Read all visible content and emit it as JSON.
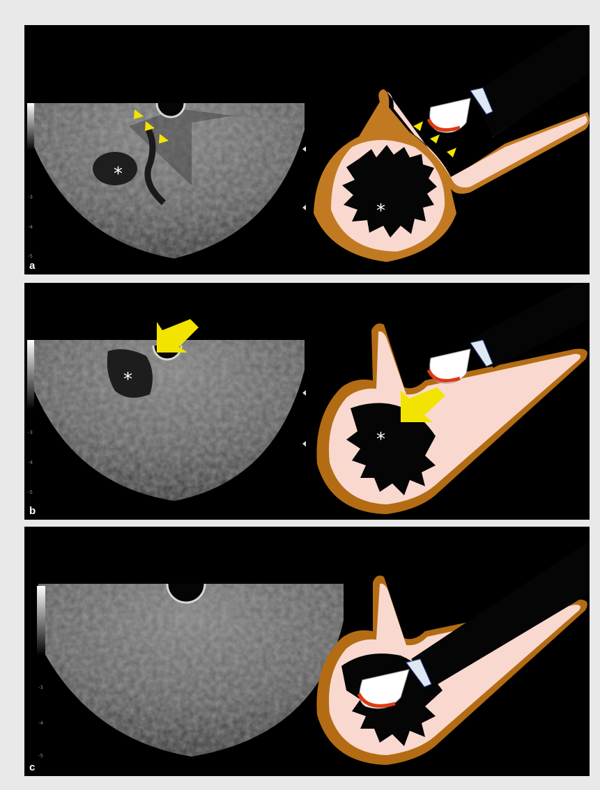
{
  "figure": {
    "panels": [
      {
        "letter": "a",
        "asterisk_us": "*",
        "asterisk_diagram": "*",
        "depth_ticks": [
          "-3",
          "-4",
          "-5"
        ]
      },
      {
        "letter": "b",
        "asterisk_us": "*",
        "asterisk_diagram": "*",
        "depth_ticks": [
          "-3",
          "-4",
          "-5"
        ]
      },
      {
        "letter": "c",
        "depth_ticks": [
          "-3",
          "-4",
          "-5"
        ]
      }
    ]
  },
  "colors": {
    "background": "#e9e9e9",
    "panel": "#000000",
    "wall_outer": "#c27a22",
    "wall_inner": "#f9d9cf",
    "arrow_yellow": "#f2e400",
    "cap_red": "#e03a12",
    "scope_line": "#2a4a9a"
  },
  "icons": [
    "yellow-arrowhead-icon",
    "yellow-arrow-icon",
    "echoendoscope-icon",
    "asterisk-icon"
  ]
}
